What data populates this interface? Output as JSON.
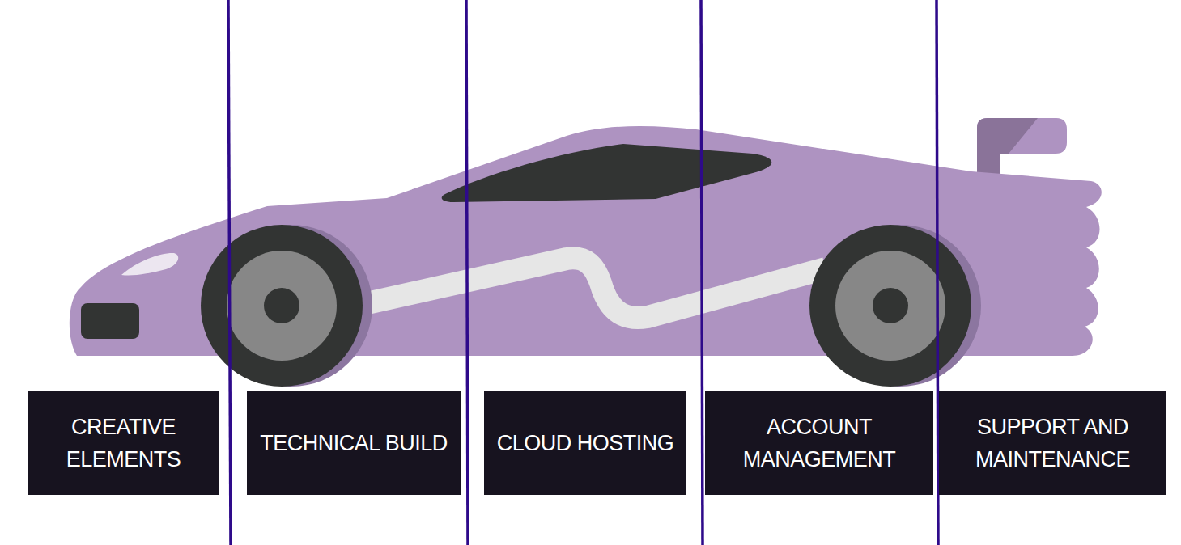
{
  "diagram": {
    "nodes": [
      {
        "text": [
          "CREATIVE ELEMENTS"
        ]
      },
      {
        "text": [
          "TECHNICAL BUILD"
        ]
      },
      {
        "text": [
          "CLOUD HOSTING"
        ]
      },
      {
        "text": [
          "ACCOUNT MANAGEMENT"
        ]
      },
      {
        "text": [
          "SUPPORT AND MAINTENANCE"
        ]
      }
    ]
  }
}
